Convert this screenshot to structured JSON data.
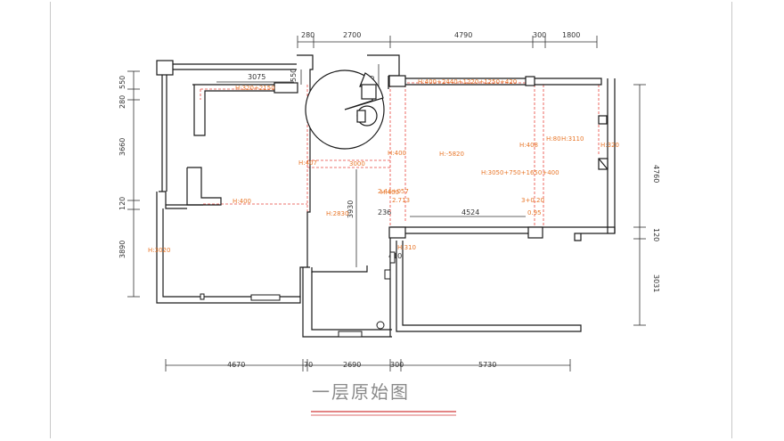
{
  "title": "一层原始图",
  "top_dimensions": [
    "280",
    "2700",
    "4790",
    "300",
    "1800"
  ],
  "bottom_dimensions": [
    "4670",
    "70",
    "2690",
    "300",
    "5730"
  ],
  "left_dimensions": [
    "550",
    "280",
    "3660",
    "120",
    "3890"
  ],
  "right_dimensions": [
    "4760",
    "120",
    "3031"
  ],
  "inner_dimensions": [
    "3075",
    "550",
    "1800",
    "3930",
    "4524",
    "410",
    "236"
  ],
  "annotations": [
    "H:320+2150",
    "H:400+2440+1220+1250+420",
    "H:400",
    "H:400",
    "H:-5820",
    "H:408",
    "H:80",
    "H:3110",
    "H:320",
    "H:407",
    "3000",
    "H:3050+750+1650+400",
    "H:400",
    "2.44+057",
    "2.713",
    "3+0.20",
    "0.95",
    "H:2830",
    "H:3020",
    "H:310"
  ],
  "colors": {
    "wall": "#1a1a1a",
    "annotation": "#e8772a",
    "dashed": "#e8453c",
    "title_line": "#d23b3b"
  }
}
